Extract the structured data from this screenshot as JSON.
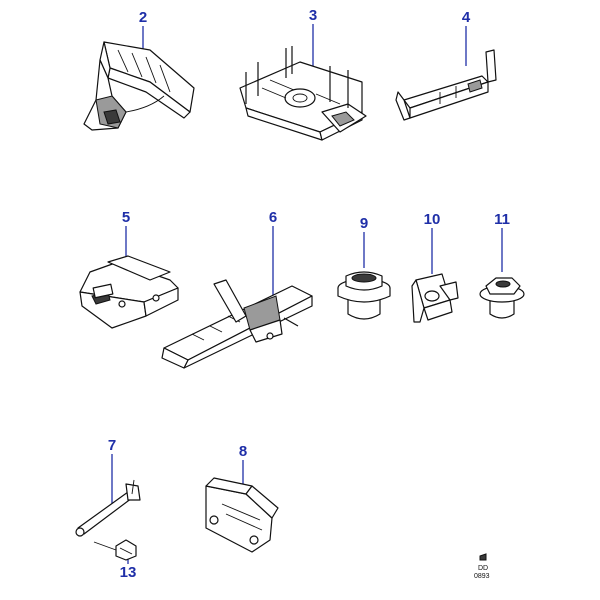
{
  "callouts": {
    "c2": "2",
    "c3": "3",
    "c4": "4",
    "c5": "5",
    "c6": "6",
    "c9": "9",
    "c10": "10",
    "c11": "11",
    "c7": "7",
    "c8": "8",
    "c13": "13"
  },
  "reference": {
    "line1": "DD",
    "line2": "0893"
  },
  "colors": {
    "callout": "#1f2fa8",
    "line": "#111111"
  }
}
